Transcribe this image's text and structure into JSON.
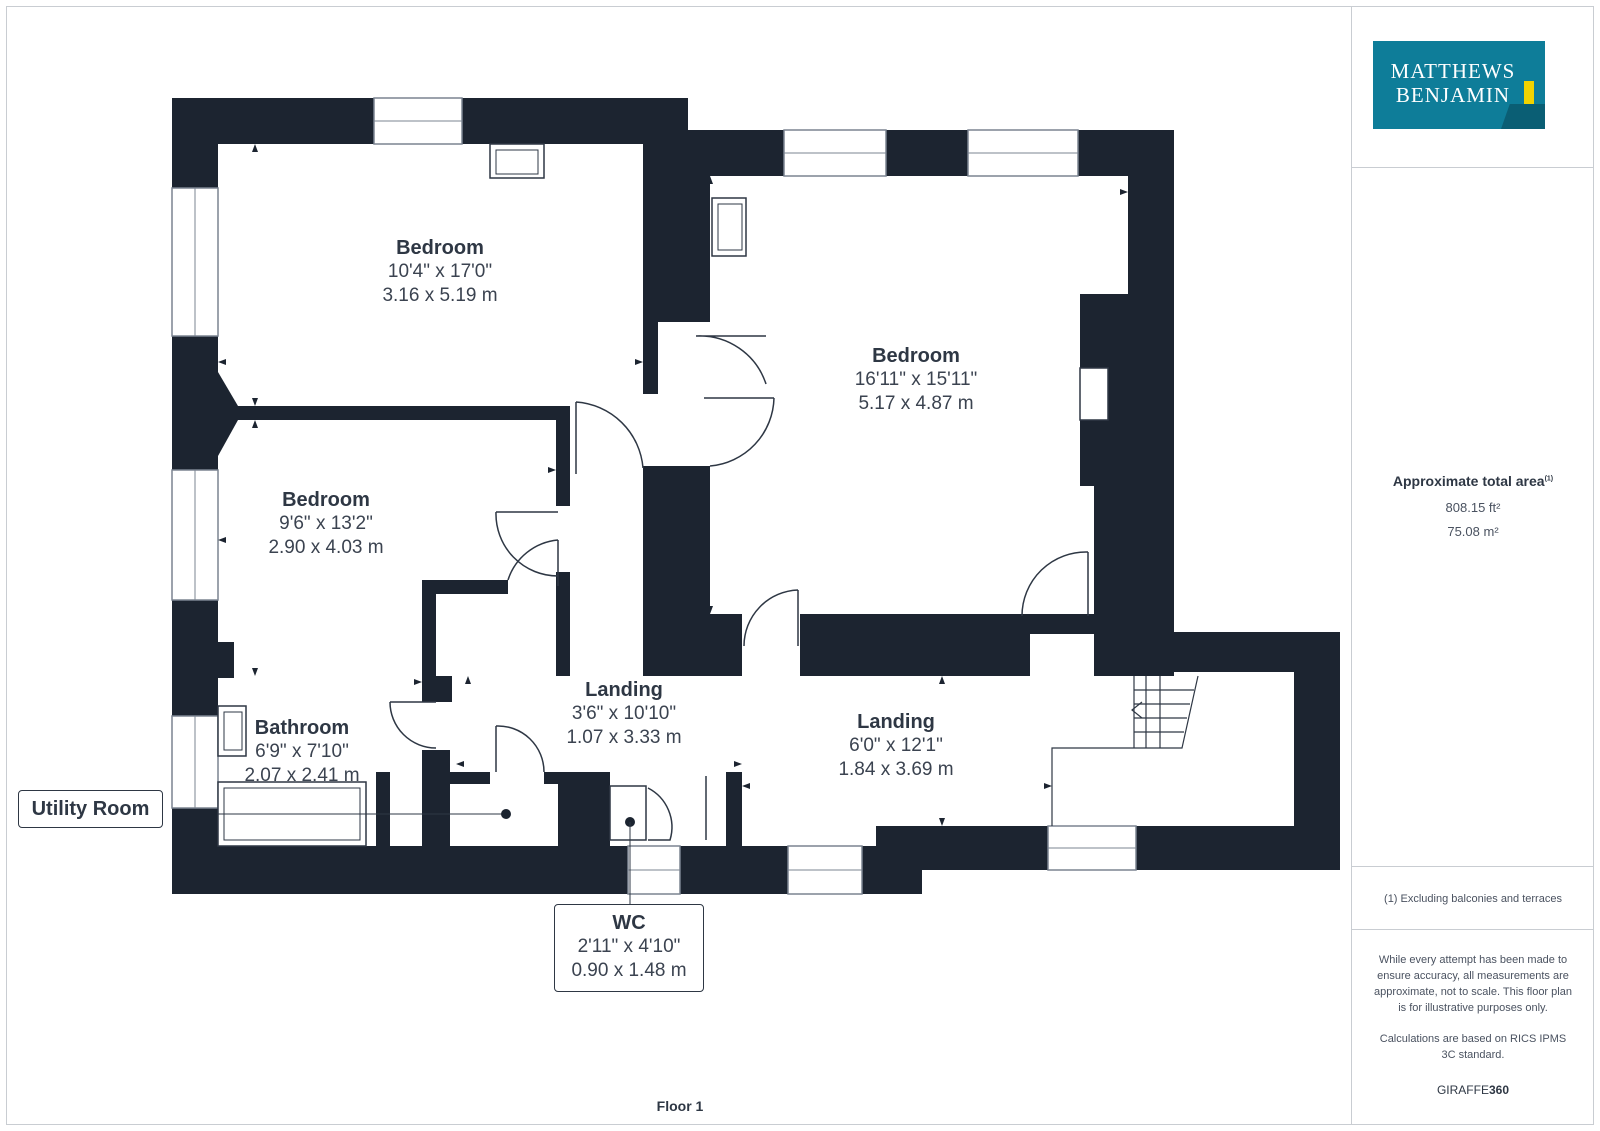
{
  "brand": {
    "line1": "MATTHEWS",
    "line2": "BENJAMIN"
  },
  "area": {
    "title": "Approximate total area",
    "footnote_mark": "(1)",
    "sqft": "808.15 ft²",
    "sqm": "75.08 m²"
  },
  "notes": {
    "footnote": "(1) Excluding balconies and terraces",
    "disclaimer": "While every attempt has been made to ensure accuracy, all measurements are approximate, not to scale. This floor plan is for illustrative purposes only.",
    "calculation": "Calculations are based on RICS IPMS 3C standard."
  },
  "provider": {
    "prefix": "GIRAFFE",
    "suffix": "360"
  },
  "floor_label": "Floor 1",
  "rooms": {
    "bedroom1": {
      "name": "Bedroom",
      "imperial": "10'4\" x 17'0\"",
      "metric": "3.16 x 5.19 m"
    },
    "bedroom2": {
      "name": "Bedroom",
      "imperial": "16'11\" x 15'11\"",
      "metric": "5.17 x 4.87 m"
    },
    "bedroom3": {
      "name": "Bedroom",
      "imperial": "9'6\" x 13'2\"",
      "metric": "2.90 x 4.03 m"
    },
    "landing1": {
      "name": "Landing",
      "imperial": "3'6\" x 10'10\"",
      "metric": "1.07 x 3.33 m"
    },
    "landing2": {
      "name": "Landing",
      "imperial": "6'0\" x 12'1\"",
      "metric": "1.84 x 3.69 m"
    },
    "bathroom": {
      "name": "Bathroom",
      "imperial": "6'9\" x 7'10\"",
      "metric": "2.07 x 2.41 m"
    },
    "utility": {
      "name": "Utility Room"
    },
    "wc": {
      "name": "WC",
      "imperial": "2'11\" x 4'10\"",
      "metric": "0.90 x 1.48 m"
    }
  },
  "colors": {
    "wall": "#1c2430",
    "brand": "#0e7d99",
    "brand_accent": "#f2d300",
    "text": "#2e3744"
  }
}
